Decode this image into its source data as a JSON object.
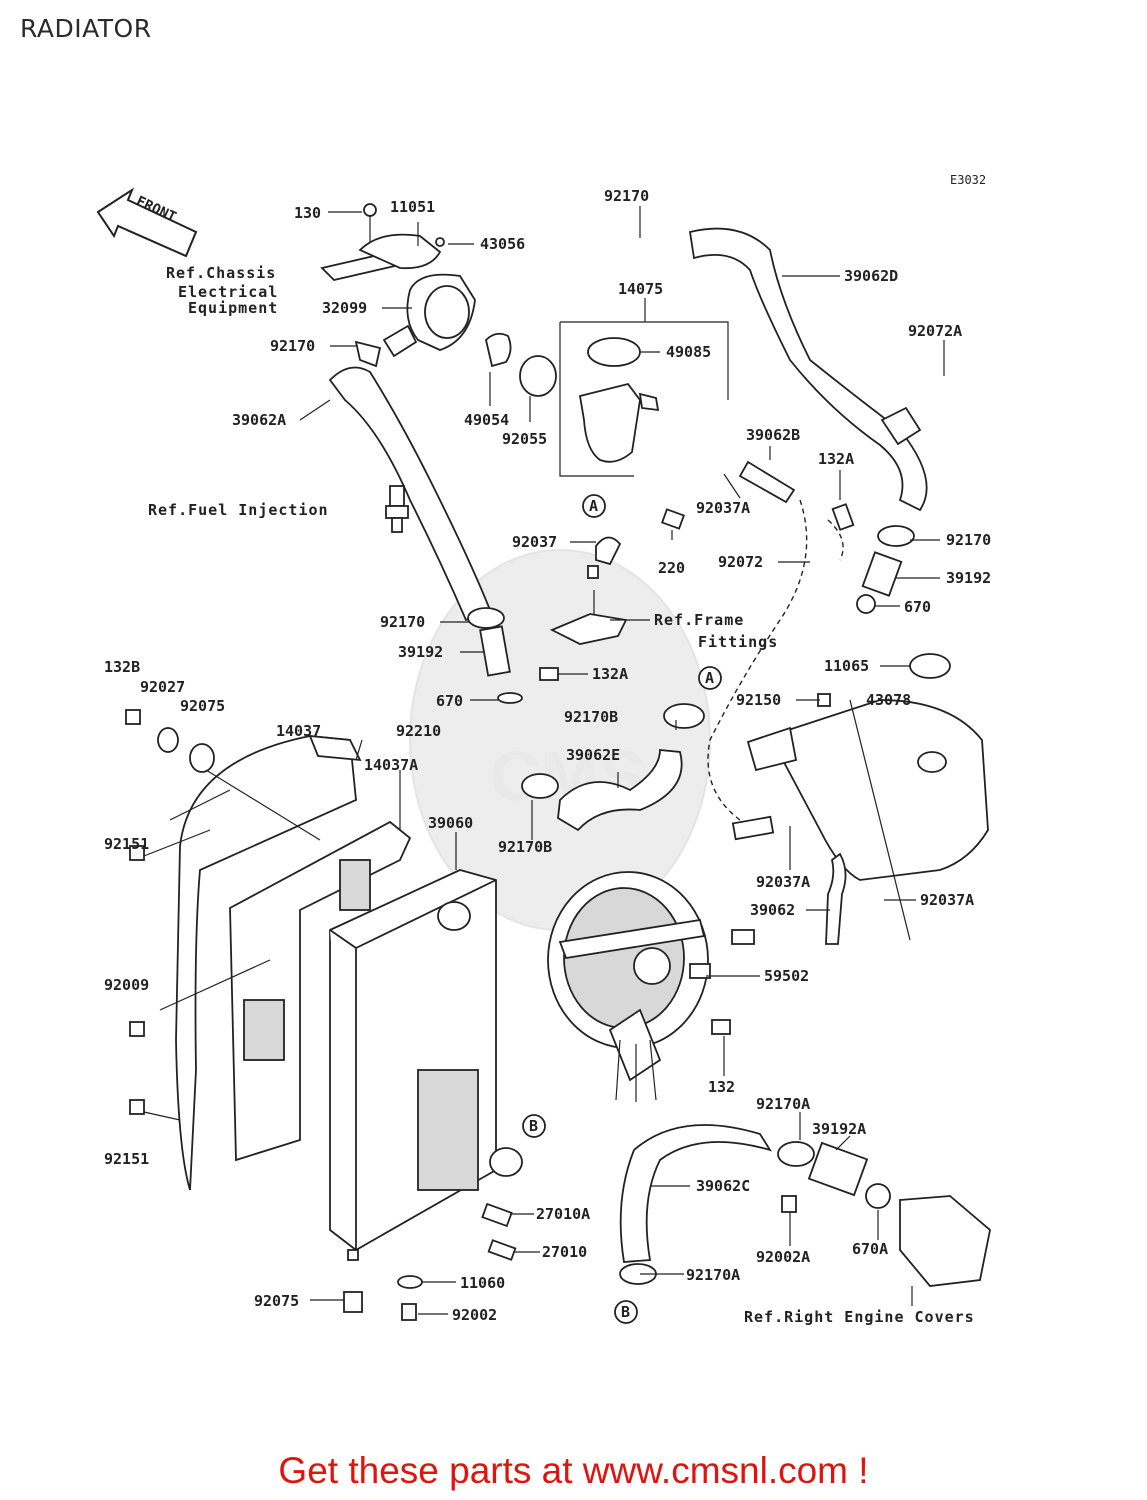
{
  "page": {
    "title": "RADIATOR",
    "drawing_code": "E3032"
  },
  "front_arrow_label": "FRONT",
  "callouts": [
    {
      "id": "c1",
      "text": "130"
    },
    {
      "id": "c2",
      "text": "11051"
    },
    {
      "id": "c3",
      "text": "43056"
    },
    {
      "id": "c4",
      "text": "32099"
    },
    {
      "id": "c5",
      "text": "92170"
    },
    {
      "id": "c6",
      "text": "39062A"
    },
    {
      "id": "c7",
      "text": "49054"
    },
    {
      "id": "c8",
      "text": "92055"
    },
    {
      "id": "c9",
      "text": "14075"
    },
    {
      "id": "c10",
      "text": "49085"
    },
    {
      "id": "c11",
      "text": "92170"
    },
    {
      "id": "c12",
      "text": "39062D"
    },
    {
      "id": "c13",
      "text": "92072A"
    },
    {
      "id": "c14",
      "text": "39062B"
    },
    {
      "id": "c15",
      "text": "92037A"
    },
    {
      "id": "c16",
      "text": "132A"
    },
    {
      "id": "c17",
      "text": "92170"
    },
    {
      "id": "c18",
      "text": "39192"
    },
    {
      "id": "c19",
      "text": "670"
    },
    {
      "id": "c20",
      "text": "220"
    },
    {
      "id": "c21",
      "text": "92037"
    },
    {
      "id": "c22",
      "text": "92072"
    },
    {
      "id": "c23",
      "text": "92170"
    },
    {
      "id": "c24",
      "text": "39192"
    },
    {
      "id": "c25",
      "text": "132A"
    },
    {
      "id": "c26",
      "text": "670"
    },
    {
      "id": "c27",
      "text": "132B"
    },
    {
      "id": "c28",
      "text": "92027"
    },
    {
      "id": "c29",
      "text": "92075"
    },
    {
      "id": "c30",
      "text": "14037"
    },
    {
      "id": "c31",
      "text": "92210"
    },
    {
      "id": "c32",
      "text": "14037A"
    },
    {
      "id": "c33",
      "text": "39060"
    },
    {
      "id": "c34",
      "text": "92151"
    },
    {
      "id": "c35",
      "text": "92009"
    },
    {
      "id": "c36",
      "text": "92151"
    },
    {
      "id": "c37",
      "text": "92170B"
    },
    {
      "id": "c38",
      "text": "39062E"
    },
    {
      "id": "c39",
      "text": "92170B"
    },
    {
      "id": "c40",
      "text": "92150"
    },
    {
      "id": "c41",
      "text": "11065"
    },
    {
      "id": "c42",
      "text": "43078"
    },
    {
      "id": "c43",
      "text": "92037A"
    },
    {
      "id": "c44",
      "text": "39062"
    },
    {
      "id": "c45",
      "text": "92037A"
    },
    {
      "id": "c46",
      "text": "59502"
    },
    {
      "id": "c47",
      "text": "132"
    },
    {
      "id": "c48",
      "text": "92170A"
    },
    {
      "id": "c49",
      "text": "39192A"
    },
    {
      "id": "c50",
      "text": "39062C"
    },
    {
      "id": "c51",
      "text": "92002A"
    },
    {
      "id": "c52",
      "text": "670A"
    },
    {
      "id": "c53",
      "text": "92170A"
    },
    {
      "id": "c54",
      "text": "27010A"
    },
    {
      "id": "c55",
      "text": "27010"
    },
    {
      "id": "c56",
      "text": "11060"
    },
    {
      "id": "c57",
      "text": "92075"
    },
    {
      "id": "c58",
      "text": "92002"
    }
  ],
  "references": {
    "chassis": [
      "Ref.Chassis",
      "Electrical",
      "Equipment"
    ],
    "fuel": "Ref.Fuel Injection",
    "frame": [
      "Ref.Frame",
      "Fittings"
    ],
    "engine": "Ref.Right Engine Covers"
  },
  "markers": [
    "A",
    "A",
    "B",
    "B"
  ],
  "footer": {
    "text": "Get these parts at www.cmsnl.com !",
    "color": "#e0140e"
  }
}
